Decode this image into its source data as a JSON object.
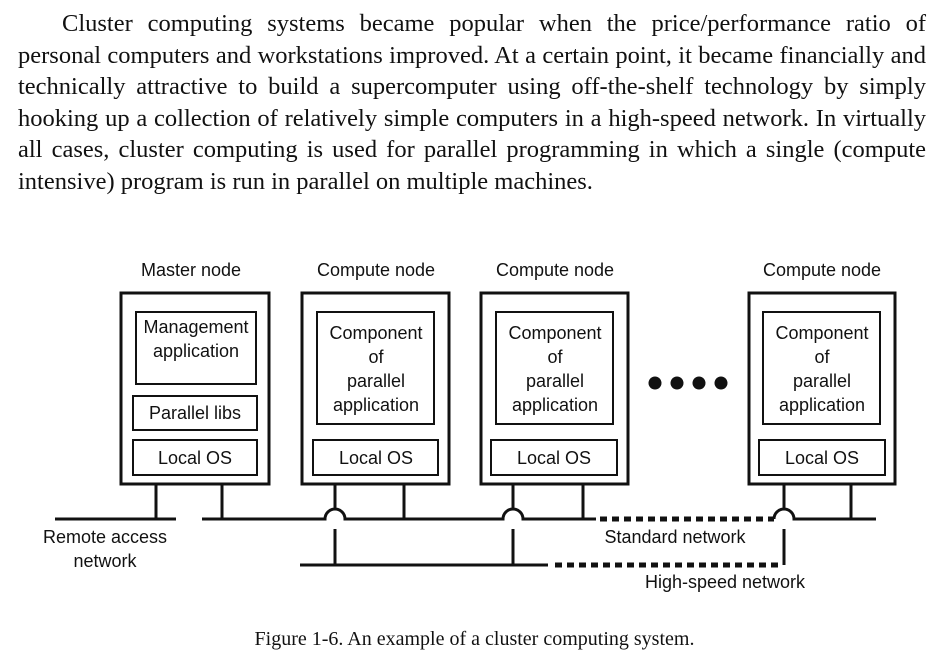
{
  "paragraph": "Cluster computing systems became popular when the price/performance ratio of personal computers and workstations improved. At a certain point, it became financially and technically attractive to build a supercomputer using off-the-shelf technology by simply hooking up a collection of relatively simple computers in a high-speed network. In virtually all cases, cluster computing is used for parallel programming in which a single (compute intensive) program is run in parallel on multiple machines.",
  "figure": {
    "master": {
      "title": "Master node",
      "management_line1": "Management",
      "management_line2": "application",
      "parallel_libs": "Parallel libs",
      "local_os": "Local OS"
    },
    "compute": [
      {
        "title": "Compute node",
        "line1": "Component",
        "line2": "of",
        "line3": "parallel",
        "line4": "application",
        "local_os": "Local OS"
      },
      {
        "title": "Compute node",
        "line1": "Component",
        "line2": "of",
        "line3": "parallel",
        "line4": "application",
        "local_os": "Local OS"
      },
      {
        "title": "Compute node",
        "line1": "Component",
        "line2": "of",
        "line3": "parallel",
        "line4": "application",
        "local_os": "Local OS"
      }
    ],
    "remote_access_line1": "Remote access",
    "remote_access_line2": "network",
    "standard_network": "Standard network",
    "high_speed_network": "High-speed network"
  },
  "caption": "Figure 1-6. An example of a cluster computing system."
}
